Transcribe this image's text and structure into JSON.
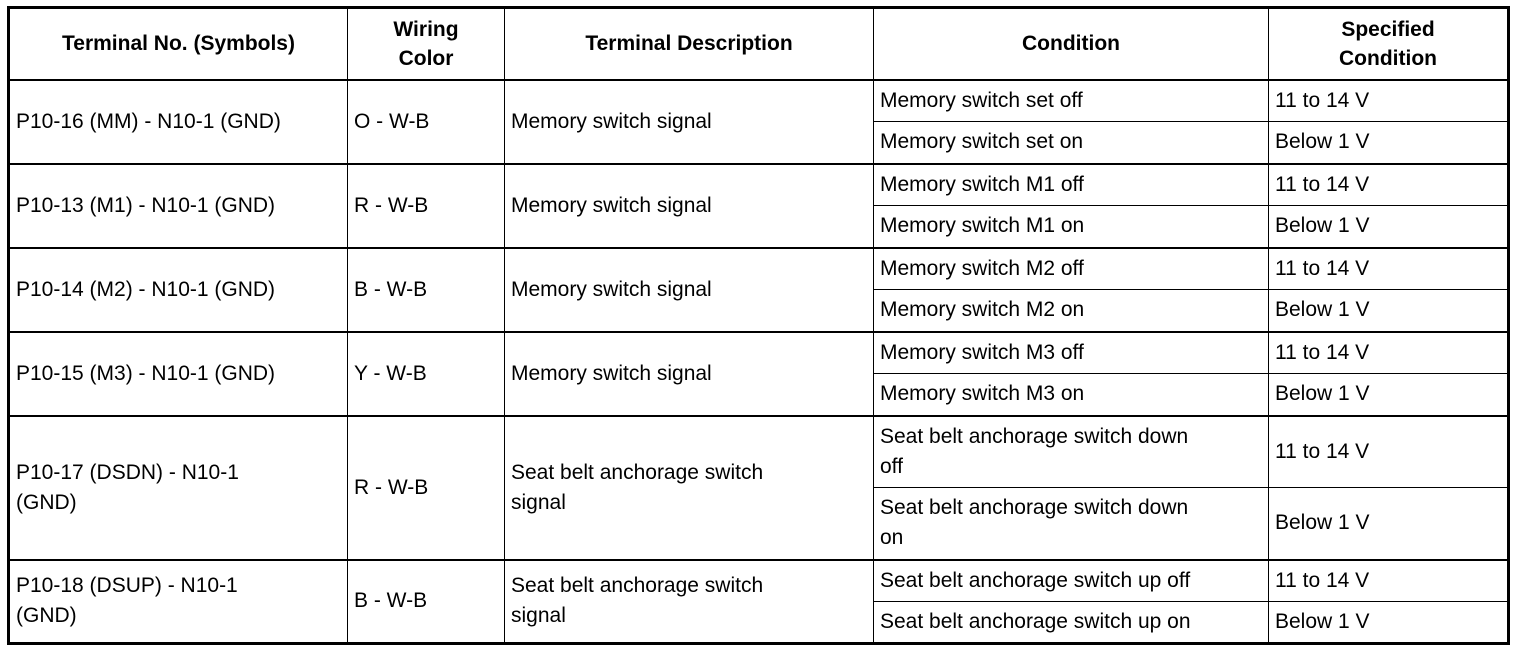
{
  "headers": [
    "Terminal No. (Symbols)",
    "Wiring\nColor",
    "Terminal Description",
    "Condition",
    "Specified\nCondition"
  ],
  "rows": [
    {
      "terminal": "P10-16 (MM) - N10-1 (GND)",
      "wiring": "O - W-B",
      "description": "Memory switch signal",
      "conditions": [
        {
          "condition": "Memory switch set off",
          "specified": "11 to 14 V"
        },
        {
          "condition": "Memory switch set on",
          "specified": "Below 1 V"
        }
      ]
    },
    {
      "terminal": "P10-13 (M1) - N10-1 (GND)",
      "wiring": "R - W-B",
      "description": "Memory switch signal",
      "conditions": [
        {
          "condition": "Memory switch M1 off",
          "specified": "11 to 14 V"
        },
        {
          "condition": "Memory switch M1 on",
          "specified": "Below 1 V"
        }
      ]
    },
    {
      "terminal": "P10-14 (M2) - N10-1 (GND)",
      "wiring": "B - W-B",
      "description": "Memory switch signal",
      "conditions": [
        {
          "condition": "Memory switch M2 off",
          "specified": "11 to 14 V"
        },
        {
          "condition": "Memory switch M2 on",
          "specified": "Below 1 V"
        }
      ]
    },
    {
      "terminal": "P10-15 (M3) - N10-1 (GND)",
      "wiring": "Y - W-B",
      "description": "Memory switch signal",
      "conditions": [
        {
          "condition": "Memory switch M3 off",
          "specified": "11 to 14 V"
        },
        {
          "condition": "Memory switch M3 on",
          "specified": "Below 1 V"
        }
      ]
    },
    {
      "terminal": "P10-17 (DSDN) - N10-1\n(GND)",
      "wiring": "R - W-B",
      "description": "Seat belt anchorage switch\nsignal",
      "conditions": [
        {
          "condition": "Seat belt anchorage switch down\noff",
          "specified": "11 to 14 V"
        },
        {
          "condition": "Seat belt anchorage switch down\non",
          "specified": "Below 1 V"
        }
      ]
    },
    {
      "terminal": "P10-18 (DSUP) - N10-1\n(GND)",
      "wiring": "B - W-B",
      "description": "Seat belt anchorage switch\nsignal",
      "conditions": [
        {
          "condition": "Seat belt anchorage switch up off",
          "specified": "11 to 14 V"
        },
        {
          "condition": "Seat belt anchorage switch up on",
          "specified": "Below 1 V"
        }
      ]
    }
  ]
}
